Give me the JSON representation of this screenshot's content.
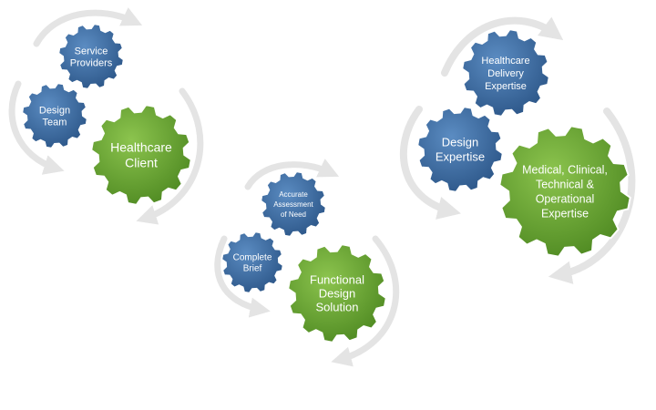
{
  "colors": {
    "blue_gear": "#3e6ea3",
    "green_gear": "#6ea83a",
    "arrow": "#e4e4e4",
    "label_text": "#ffffff"
  },
  "groups": [
    {
      "id": "client-cycle",
      "gears": [
        {
          "color": "blue",
          "lines": [
            "Service",
            "Providers"
          ]
        },
        {
          "color": "blue",
          "lines": [
            "Design",
            "Team"
          ]
        },
        {
          "color": "green",
          "lines": [
            "Healthcare",
            "Client"
          ]
        }
      ]
    },
    {
      "id": "brief-cycle",
      "gears": [
        {
          "color": "blue",
          "lines": [
            "Accurate",
            "Assessment",
            "of Need"
          ]
        },
        {
          "color": "blue",
          "lines": [
            "Complete",
            "Brief"
          ]
        },
        {
          "color": "green",
          "lines": [
            "Functional",
            "Design",
            "Solution"
          ]
        }
      ]
    },
    {
      "id": "expertise-cycle",
      "gears": [
        {
          "color": "blue",
          "lines": [
            "Healthcare",
            "Delivery",
            "Expertise"
          ]
        },
        {
          "color": "blue",
          "lines": [
            "Design",
            "Expertise"
          ]
        },
        {
          "color": "green",
          "lines": [
            "Medical, Clinical,",
            "Technical &",
            "Operational",
            "Expertise"
          ]
        }
      ]
    }
  ]
}
